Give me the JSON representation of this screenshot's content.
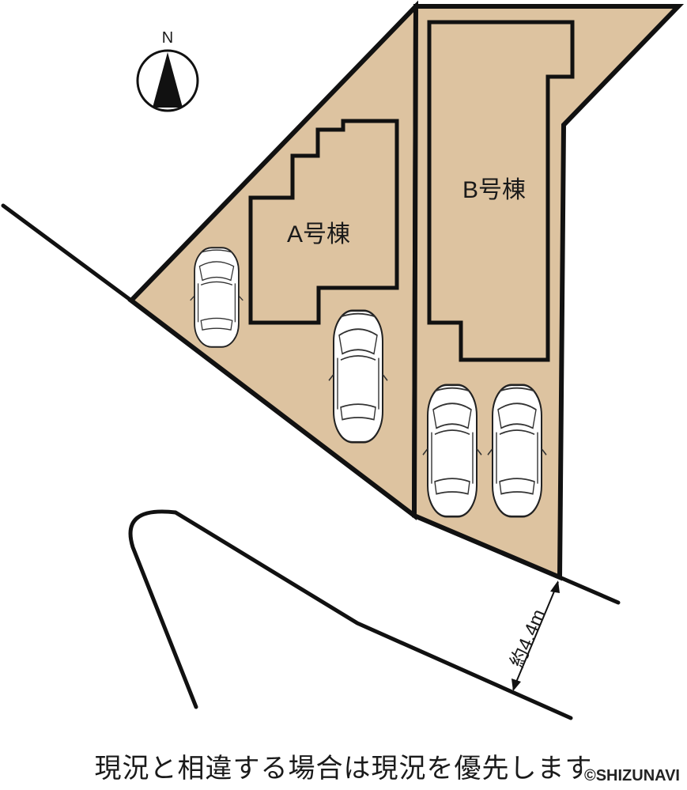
{
  "compass": {
    "letter": "N",
    "icon": "north-arrow-icon"
  },
  "buildings": {
    "a": {
      "label": "A号棟"
    },
    "b": {
      "label": "B号棟"
    }
  },
  "road_width": {
    "label": "約4.4m"
  },
  "parking": {
    "icon": "car-icon",
    "spaces_lot_a": 2,
    "spaces_lot_b": 2
  },
  "colors": {
    "lot_fill": "#ddc3a0",
    "outline": "#111111",
    "car_fill": "#ffffff"
  },
  "footer": {
    "note": "現況と相違する場合は現況を優先します",
    "copyright": "©SHIZUNAVI"
  }
}
